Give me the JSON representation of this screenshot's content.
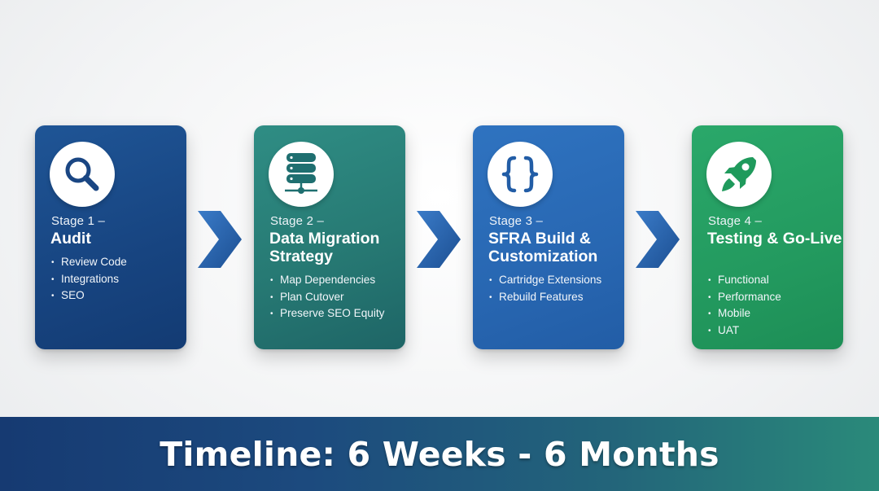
{
  "stages": [
    {
      "icon": "search-icon",
      "number": "Stage 1 –",
      "title": "Audit",
      "bullets": [
        "Review Code",
        "Integrations",
        "SEO"
      ],
      "color": "#1a4a8a"
    },
    {
      "icon": "database-icon",
      "number": "Stage 2 –",
      "title": "Data Migration Strategy",
      "bullets": [
        "Map Dependencies",
        "Plan Cutover",
        "Preserve SEO Equity"
      ],
      "color": "#277a74"
    },
    {
      "icon": "code-braces-icon",
      "number": "Stage 3 –",
      "title": "SFRA Build & Customization",
      "bullets": [
        "Cartridge Extensions",
        "Rebuild Features"
      ],
      "color": "#2867b2"
    },
    {
      "icon": "rocket-icon",
      "number": "Stage 4 –",
      "title": "Testing & Go-Live",
      "bullets": [
        "Functional",
        "Performance",
        "Mobile",
        "UAT"
      ],
      "color": "#239a5f"
    }
  ],
  "connector_icon": "chevron-right-icon",
  "connector_color": "#2a62a8",
  "timeline": {
    "text": "Timeline: 6 Weeks - 6 Months"
  }
}
